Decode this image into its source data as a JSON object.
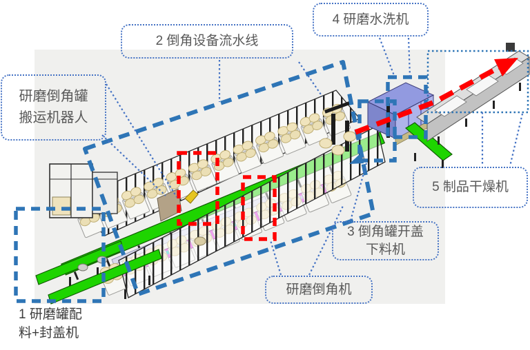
{
  "colors": {
    "annotation_blue": "#2E75B6",
    "label_border_blue": "#4472C4",
    "highlight_red": "#FF0000",
    "label_text": "#595959",
    "canvas_bg": "#F0F0EE",
    "conveyor_green": "#1ED400",
    "conveyor_magenta": "#DF2CDF",
    "washer_purple": "#929AE0",
    "jar_cream": "#EFE3BD",
    "dryer_gray": "#C2C2C2"
  },
  "labels": {
    "chamfer_line": {
      "text": "2 倒角设备流水线"
    },
    "washer": {
      "text": "4 研磨水洗机"
    },
    "handling_robot": {
      "line1": "研磨倒角罐",
      "line2": "搬运机器人"
    },
    "product_dryer": {
      "text": "5 制品干燥机"
    },
    "opener_unloader": {
      "line1": "3 倒角罐开盖",
      "line2": "下料机"
    },
    "grinding_machine": {
      "text": "研磨倒角机"
    },
    "feeder_capper": {
      "line1": "1 研磨罐配",
      "line2": "料+封盖机"
    }
  }
}
